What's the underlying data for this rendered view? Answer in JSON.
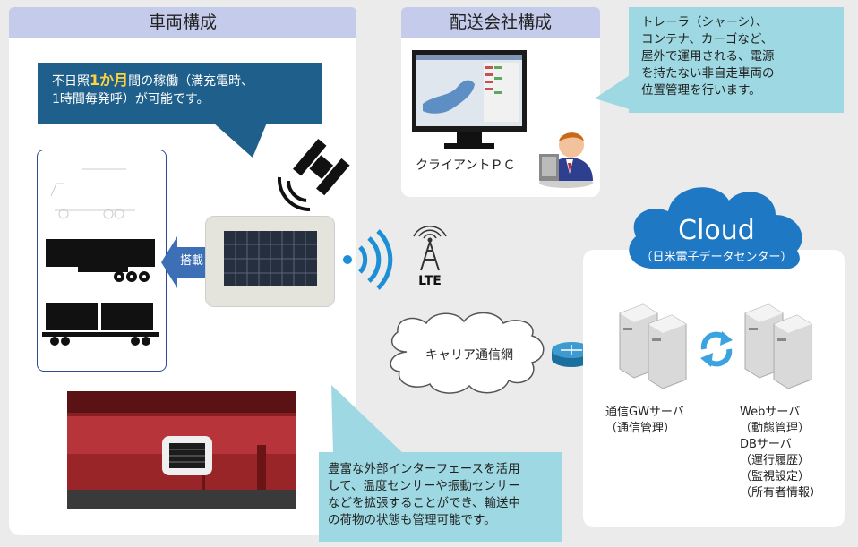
{
  "vehicle": {
    "title": "車両構成",
    "callout_pre": "不日照",
    "callout_hl": "1か月",
    "callout_post": "間の稼働（満充電時、",
    "callout_line2": "1時間毎発呼）が可能です。",
    "mount_label": "搭載"
  },
  "company": {
    "title": "配送会社構成",
    "client_pc_label": "クライアントＰＣ"
  },
  "top_note": [
    "トレーラ（シャーシ）、",
    "コンテナ、カーゴなど、",
    "屋外で運用される、電源",
    "を持たない非自走車両の",
    "位置管理を行います。"
  ],
  "lte_label": "LTE",
  "carrier_label": "キャリア通信網",
  "cloud": {
    "title": "Cloud",
    "subtitle": "（日米電子データセンター）"
  },
  "servers": {
    "gw_lines": [
      "通信GWサーバ",
      "（通信管理）"
    ],
    "web_lines": [
      "Webサーバ",
      "（動態管理）",
      "DBサーバ",
      "（運行履歴）",
      "（監視設定）",
      "（所有者情報）"
    ]
  },
  "bottom_note": [
    "豊富な外部インターフェースを活用",
    "して、温度センサーや振動センサー",
    "などを拡張することができ、輸送中",
    "の荷物の状態も管理可能です。"
  ],
  "colors": {
    "header": "#c5cbeb",
    "callout": "#1f5f8b",
    "note": "#9ed9e3",
    "highlight": "#ffd23f",
    "wireless": "#1d8fd6",
    "cloud": "#1f78c4"
  }
}
